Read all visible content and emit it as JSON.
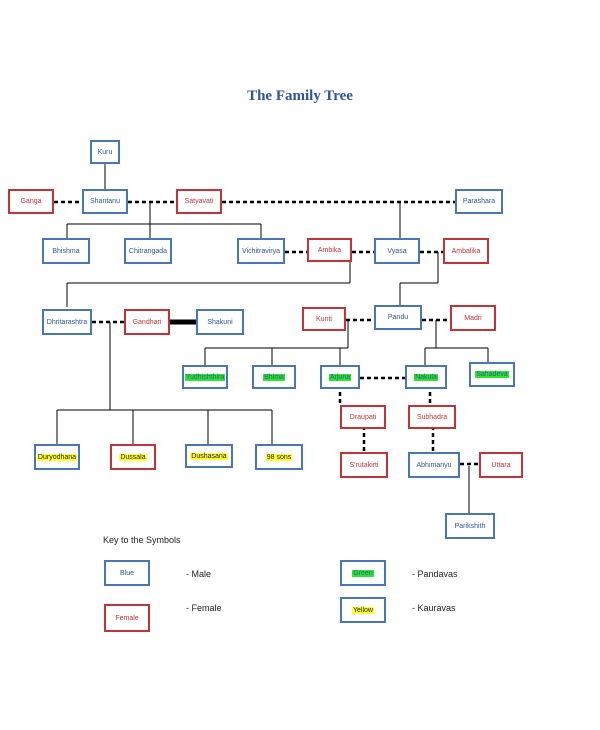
{
  "title": "The Family Tree",
  "nodes": {
    "kuru": "Kuru",
    "ganga": "Ganga",
    "shantanu": "Shantanu",
    "satyavati": "Satyavati",
    "parashara": "Parashara",
    "bhishma": "Bhishma",
    "chitrangada": "Chitrangada",
    "vichitravirya": "Vichitravirya",
    "ambika": "Ambika",
    "vyasa": "Vyasa",
    "ambalika": "Ambalika",
    "dhritarashtra": "Dhritarashtra",
    "gandhari": "Gandhari",
    "shakuni": "Shakuni",
    "kunti": "Kunti",
    "pandu": "Pandu",
    "madri": "Madri",
    "yudhishthira": "Yudhishthira",
    "bhima": "Bhima",
    "arjuna": "Arjuna",
    "nakula": "Nakula",
    "sahadeva": "Sahadeva",
    "duryodhana": "Duryodhana",
    "dussala": "Dussala",
    "dushasana": "Dushasana",
    "sons98": "98 sons",
    "draupati": "Draupati",
    "subhadra": "Subhadra",
    "srutakirti": "S'rutakirti",
    "abhimanyu": "Abhimanyu",
    "uttara": "Uttara",
    "parikshith": "Parikshith"
  },
  "key": {
    "title": "Key to the Symbols",
    "blue_label": "Blue",
    "female_box_label": "Female",
    "green_label": "Green",
    "yellow_label": "Yellow",
    "male_text": "-    Male",
    "female_text": "-    Female",
    "pandavas_text": "-    Pandavas",
    "kauravas_text": "-    Kauravas"
  },
  "colors": {
    "male_border": "#4a76b8",
    "female_border": "#c0343a",
    "pandava_highlight": "#2ee62e",
    "kaurava_highlight": "#ffff33",
    "title": "#2e5597"
  }
}
